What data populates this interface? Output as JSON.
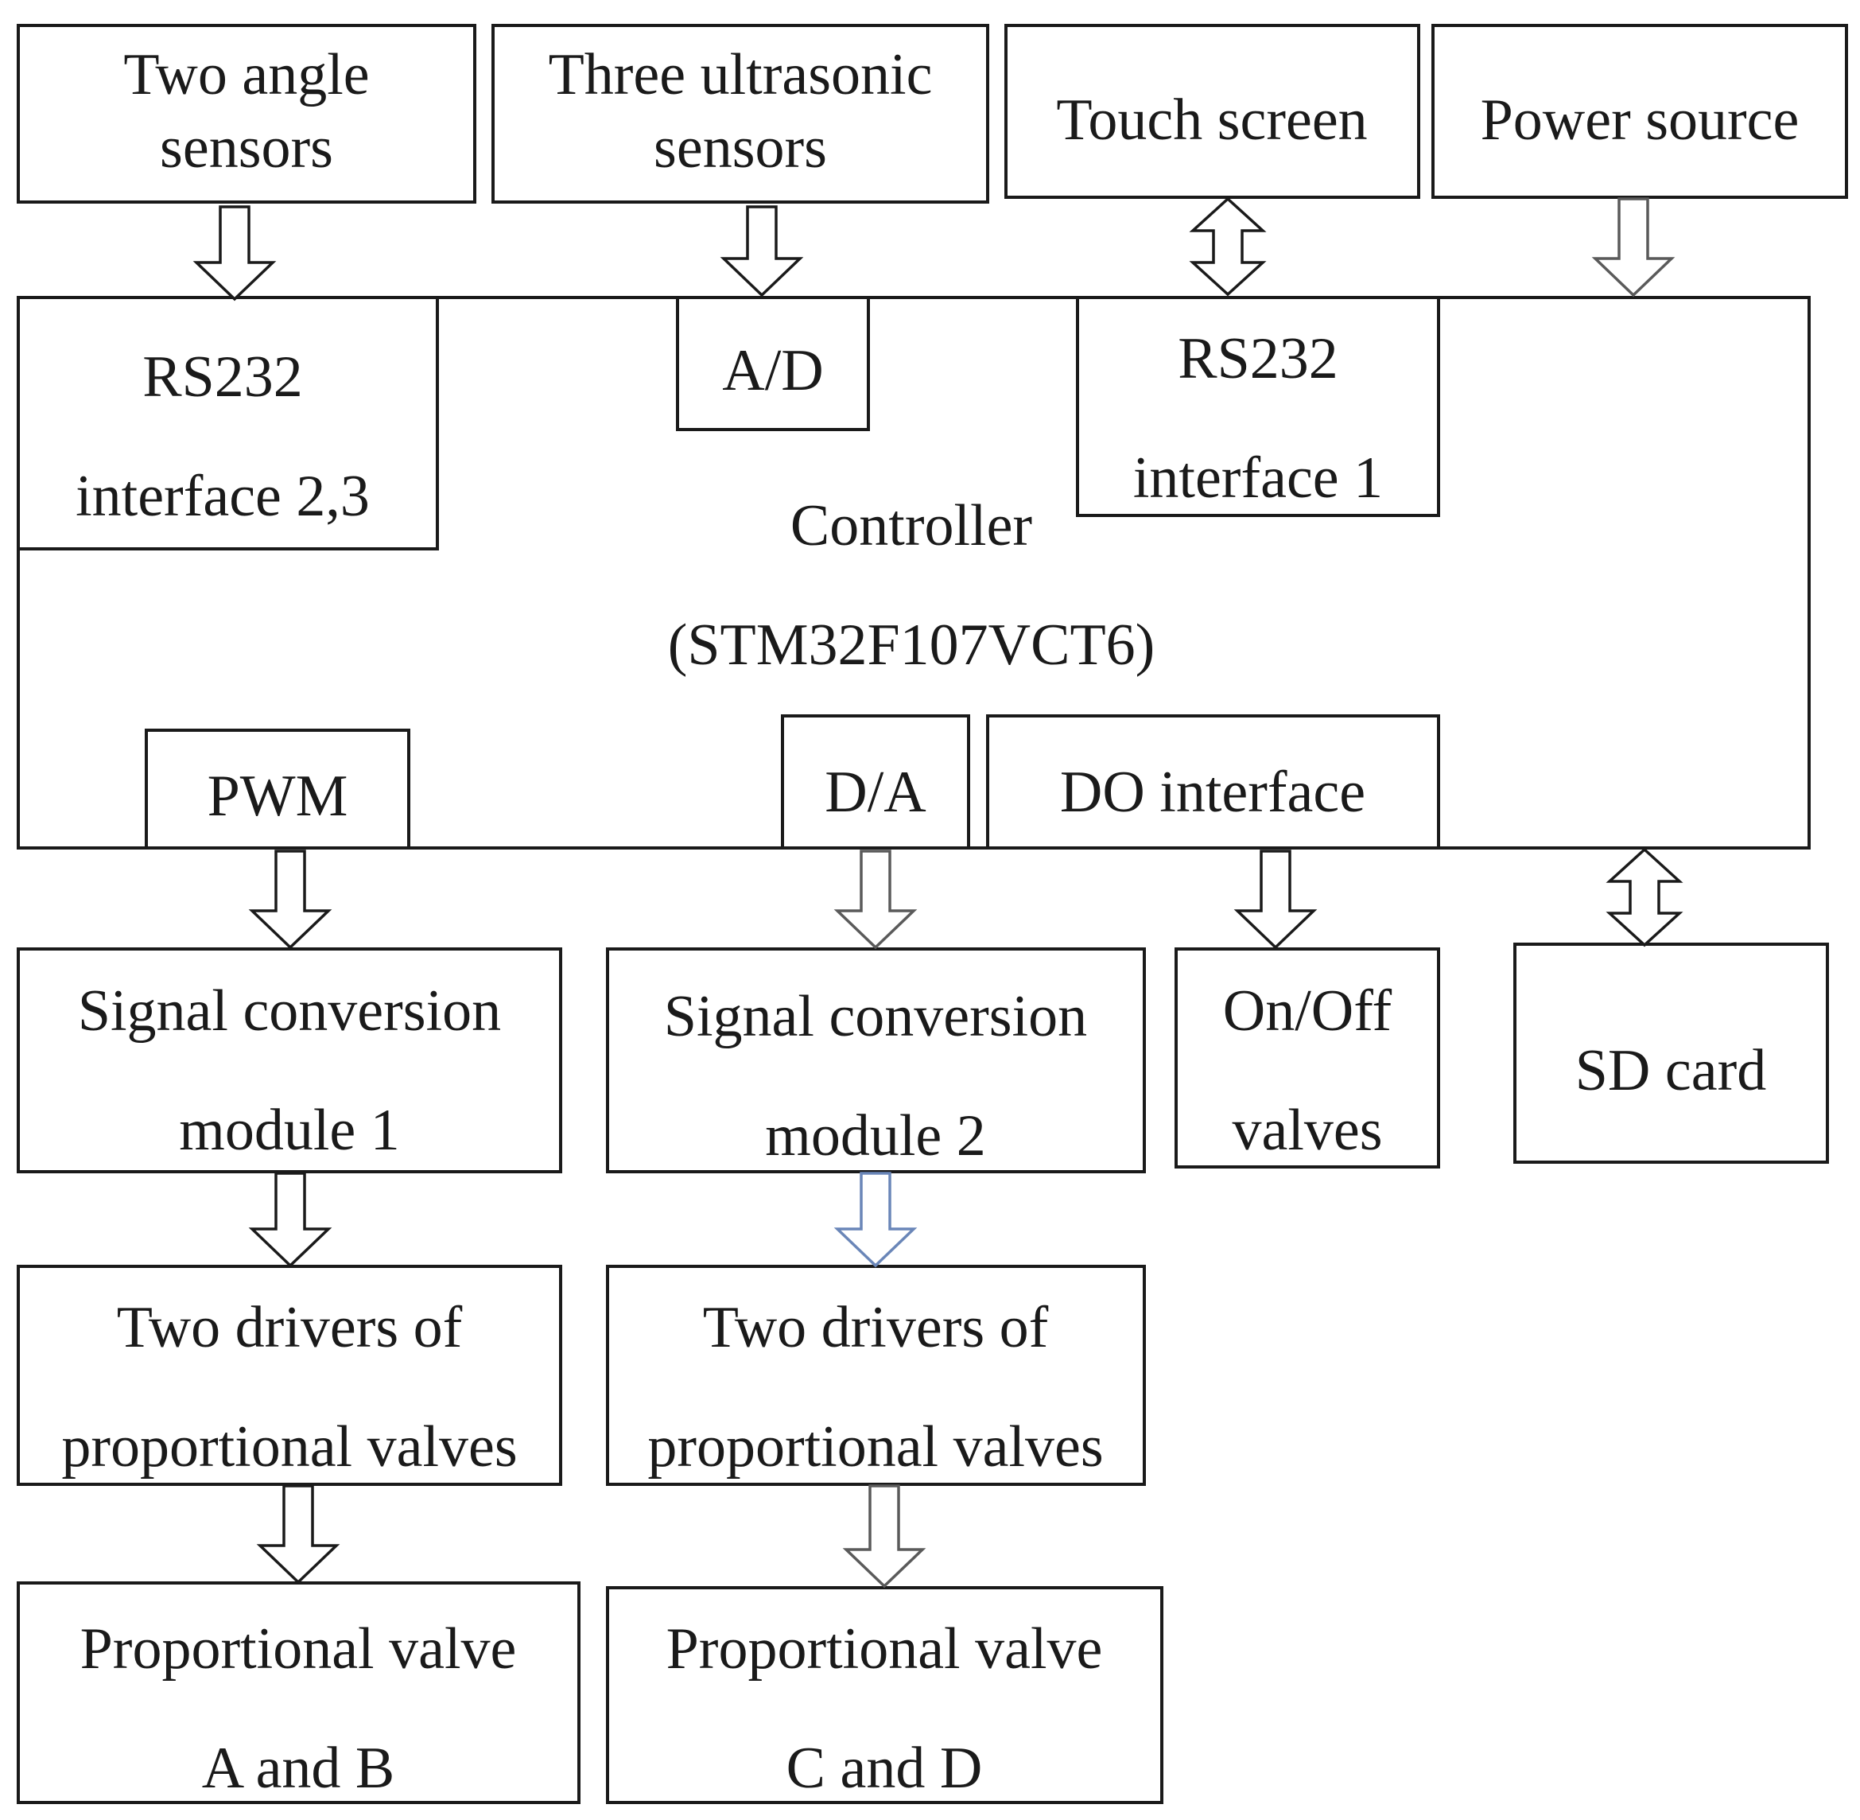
{
  "blocks": {
    "angle_sensors": [
      "Two angle",
      "sensors"
    ],
    "ultrasonic_sensors": [
      "Three ultrasonic",
      "sensors"
    ],
    "touch_screen": "Touch screen",
    "power_source": "Power source",
    "controller": [
      "Controller",
      "(STM32F107VCT6)"
    ],
    "rs232_2_3": [
      "RS232",
      "interface 2,3"
    ],
    "ad": "A/D",
    "rs232_1": [
      "RS232",
      "interface 1"
    ],
    "pwm": "PWM",
    "da": "D/A",
    "do_interface": "DO interface",
    "signal_conv_1": [
      "Signal conversion",
      "module 1"
    ],
    "signal_conv_2": [
      "Signal conversion",
      "module 2"
    ],
    "onoff_valves": [
      "On/Off",
      "valves"
    ],
    "sd_card": "SD card",
    "drivers_1": [
      "Two drivers of",
      "proportional valves"
    ],
    "drivers_2": [
      "Two drivers of",
      "proportional valves"
    ],
    "valve_ab": [
      "Proportional valve",
      "A and B"
    ],
    "valve_cd": [
      "Proportional valve",
      "C and D"
    ]
  },
  "colors": {
    "line": "#1a1a1a",
    "arrow_grey": "#5a5a5a",
    "arrow_blue": "#6a86b8",
    "background": "#ffffff"
  }
}
